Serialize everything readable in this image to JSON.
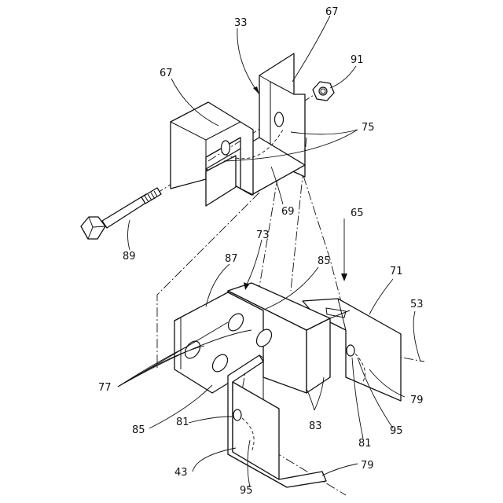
{
  "labels": {
    "l33": "33",
    "l67a": "67",
    "l67b": "67",
    "l91": "91",
    "l75": "75",
    "l69": "69",
    "l89": "89",
    "l65": "65",
    "l73": "73",
    "l87": "87",
    "l85a": "85",
    "l71": "71",
    "l53": "53",
    "l77": "77",
    "l79a": "79",
    "l83": "83",
    "l95a": "95",
    "l85b": "85",
    "l81a": "81",
    "l81b": "81",
    "l43": "43",
    "l79b": "79",
    "l95b": "95"
  }
}
